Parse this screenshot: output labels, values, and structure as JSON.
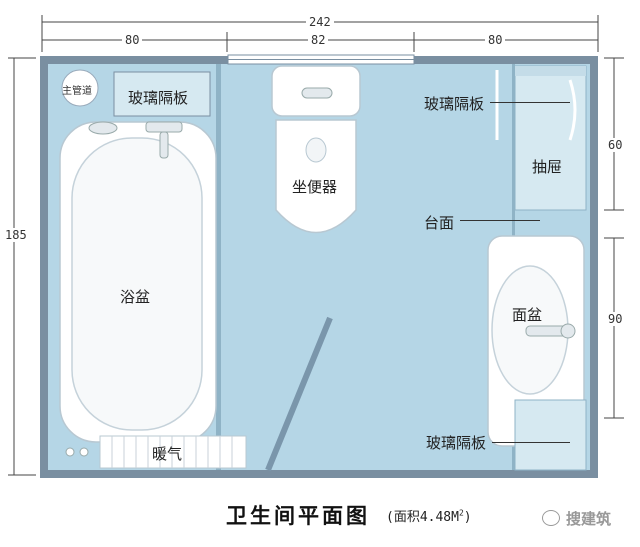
{
  "dimensions": {
    "total_width": "242",
    "left_width": "80",
    "middle_width": "82",
    "right_width": "80",
    "total_height": "185",
    "drawer_height": "60",
    "basin_height": "90"
  },
  "labels": {
    "main_pipe": "主管道",
    "glass_top": "玻璃隔板",
    "toilet": "坐便器",
    "bathtub": "浴盆",
    "radiator": "暖气",
    "glass_right_top": "玻璃隔板",
    "drawer": "抽屉",
    "countertop": "台面",
    "basin": "面盆",
    "glass_right_bottom": "玻璃隔板"
  },
  "caption": {
    "title": "卫生间平面图",
    "area_prefix": "(面积4.48M",
    "area_sup": "2",
    "area_suffix": ")"
  },
  "watermark": "搜建筑",
  "colors": {
    "floor": "#b5d6e6",
    "wall": "#7a8fa1",
    "fixture": "#ffffff",
    "glass": "#d6e9f1"
  }
}
